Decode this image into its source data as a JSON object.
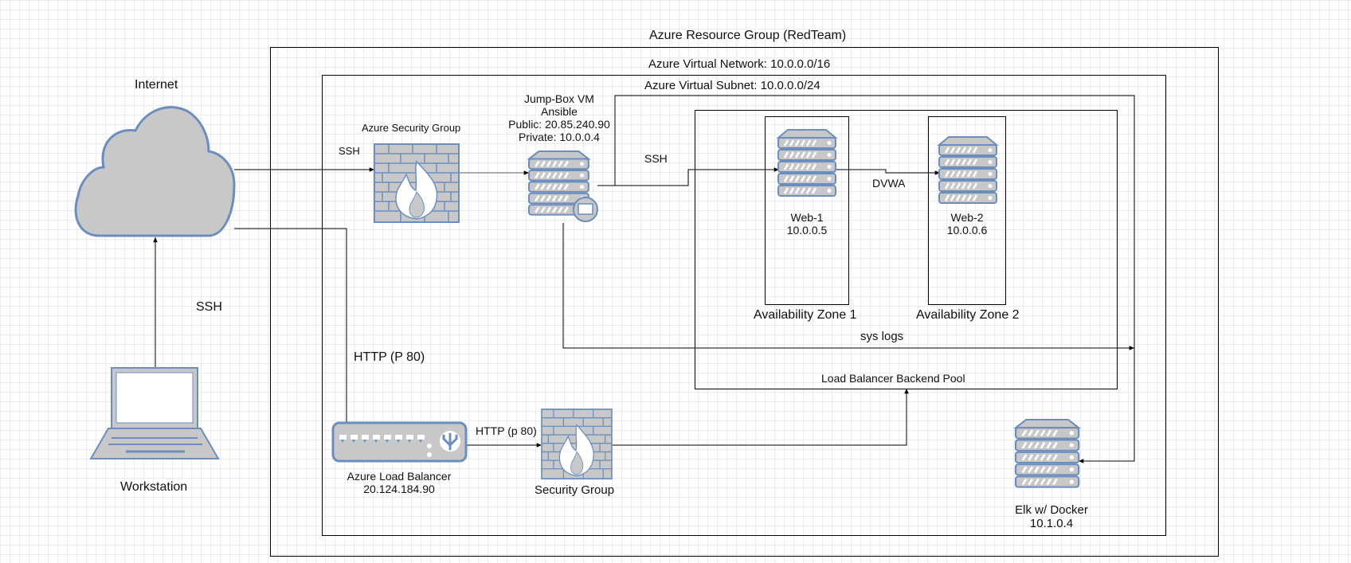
{
  "groups": {
    "resource_group": "Azure Resource Group (RedTeam)",
    "vnet": "Azure Virtual Network: 10.0.0.0/16",
    "subnet": "Azure Virtual Subnet: 10.0.0.0/24",
    "backend_pool": "Load Balancer Backend Pool",
    "az1": "Availability Zone 1",
    "az2": "Availability Zone 2"
  },
  "nodes": {
    "internet": "Internet",
    "workstation": "Workstation",
    "nsg": "Azure Security Group",
    "jumpbox": {
      "name": "Jump-Box VM",
      "role": "Ansible",
      "public_ip": "Public: 20.85.240.90",
      "private_ip": "Private: 10.0.0.4"
    },
    "web1": {
      "name": "Web-1",
      "ip": "10.0.0.5"
    },
    "web2": {
      "name": "Web-2",
      "ip": "10.0.0.6"
    },
    "load_balancer": {
      "name": "Azure Load Balancer",
      "ip": "20.124.184.90"
    },
    "security_group": "Security Group",
    "elk": {
      "name": "Elk w/ Docker",
      "ip": "10.1.0.4"
    }
  },
  "edges": {
    "workstation_internet": "SSH",
    "internet_nsg": "SSH",
    "jumpbox_web": "SSH",
    "web1_web2": "DVWA",
    "internet_lb": "HTTP (P 80)",
    "lb_sg": "HTTP (p 80)",
    "syslogs": "sys logs"
  },
  "colors": {
    "icon_fill": "#c8c8c8",
    "icon_stroke": "#6c8ebf",
    "icon_dark": "#5a6f99",
    "line": "#000000"
  }
}
